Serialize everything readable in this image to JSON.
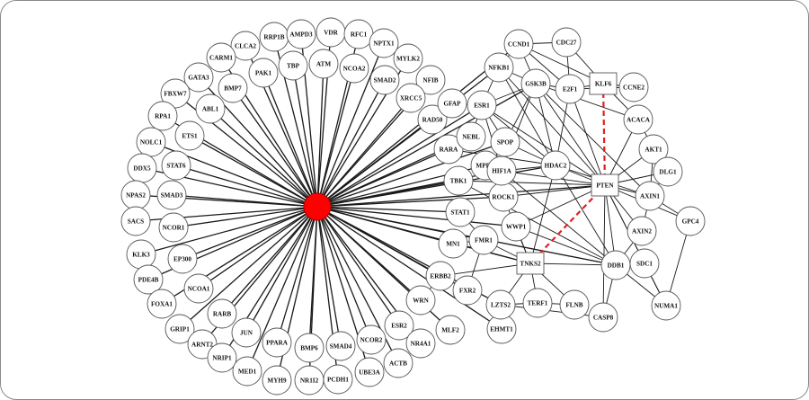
{
  "colors": {
    "hub_fill": "#ff0000",
    "node_fill": "#ffffff",
    "node_stroke": "#555555",
    "edge": "#1a1a1a",
    "highlight_edge": "#e02020"
  },
  "network": {
    "hub": {
      "id": "NOTCH",
      "label": ""
    },
    "nodes": [
      {
        "id": "RRP1B",
        "label": "RRP1B"
      },
      {
        "id": "AMPD3",
        "label": "AMPD3"
      },
      {
        "id": "VDR",
        "label": "VDR"
      },
      {
        "id": "RFC1",
        "label": "RFC1"
      },
      {
        "id": "CLCA2",
        "label": "CLCA2"
      },
      {
        "id": "TBP",
        "label": "TBP"
      },
      {
        "id": "ATM",
        "label": "ATM"
      },
      {
        "id": "NPTX1",
        "label": "NPTX1"
      },
      {
        "id": "CARM1",
        "label": "CARM1"
      },
      {
        "id": "PAK1",
        "label": "PAK1"
      },
      {
        "id": "NCOA2",
        "label": "NCOA2"
      },
      {
        "id": "MYLK2",
        "label": "MYLK2"
      },
      {
        "id": "GATA3",
        "label": "GATA3"
      },
      {
        "id": "BMP7",
        "label": "BMP7"
      },
      {
        "id": "SMAD2",
        "label": "SMAD2"
      },
      {
        "id": "NFIB",
        "label": "NFIB"
      },
      {
        "id": "FBXW7",
        "label": "FBXW7"
      },
      {
        "id": "ABL1",
        "label": "ABL1"
      },
      {
        "id": "XRCC5",
        "label": "XRCC5"
      },
      {
        "id": "RPA1",
        "label": "RPA1"
      },
      {
        "id": "ETS1",
        "label": "ETS1"
      },
      {
        "id": "NOLC1",
        "label": "NOLC1"
      },
      {
        "id": "DDX5",
        "label": "DDX5"
      },
      {
        "id": "STAT6",
        "label": "STAT6"
      },
      {
        "id": "NPAS2",
        "label": "NPAS2"
      },
      {
        "id": "SMAD3",
        "label": "SMAD3"
      },
      {
        "id": "SACS",
        "label": "SACS"
      },
      {
        "id": "NCOR1",
        "label": "NCOR1"
      },
      {
        "id": "KLK3",
        "label": "KLK3"
      },
      {
        "id": "EP300",
        "label": "EP300"
      },
      {
        "id": "PDE4B",
        "label": "PDE4B"
      },
      {
        "id": "NCOA1",
        "label": "NCOA1"
      },
      {
        "id": "FOXA1",
        "label": "FOXA1"
      },
      {
        "id": "GRIP1",
        "label": "GRIP1"
      },
      {
        "id": "RARB",
        "label": "RARB"
      },
      {
        "id": "ARNT2",
        "label": "ARNT2"
      },
      {
        "id": "JUN",
        "label": "JUN"
      },
      {
        "id": "NRIP1",
        "label": "NRIP1"
      },
      {
        "id": "MED1",
        "label": "MED1"
      },
      {
        "id": "PPARA",
        "label": "PPARA"
      },
      {
        "id": "MYH9",
        "label": "MYH9"
      },
      {
        "id": "BMP6",
        "label": "BMP6"
      },
      {
        "id": "NR1I2",
        "label": "NR1I2"
      },
      {
        "id": "SMAD4",
        "label": "SMAD4"
      },
      {
        "id": "PCDH1",
        "label": "PCDH1"
      },
      {
        "id": "UBE3A",
        "label": "UBE3A"
      },
      {
        "id": "NCOR2",
        "label": "NCOR2"
      },
      {
        "id": "ESR2",
        "label": "ESR2"
      },
      {
        "id": "ACTB",
        "label": "ACTB"
      },
      {
        "id": "NR4A1",
        "label": "NR4A1"
      },
      {
        "id": "WRN",
        "label": "WRN"
      },
      {
        "id": "MLF2",
        "label": "MLF2"
      },
      {
        "id": "FXR2",
        "label": "FXR2"
      },
      {
        "id": "ERBB2",
        "label": "ERBB2"
      },
      {
        "id": "EHMT1",
        "label": "EHMT1"
      },
      {
        "id": "LZTS2",
        "label": "LZTS2"
      },
      {
        "id": "TERF1",
        "label": "TERF1"
      },
      {
        "id": "FLNB",
        "label": "FLNB"
      },
      {
        "id": "CASP8",
        "label": "CASP8"
      },
      {
        "id": "NUMA1",
        "label": "NUMA1"
      },
      {
        "id": "SDC1",
        "label": "SDC1"
      },
      {
        "id": "DDB1",
        "label": "DDB1"
      },
      {
        "id": "TNKS2",
        "label": "TNKS2"
      },
      {
        "id": "FMR1",
        "label": "FMR1"
      },
      {
        "id": "MN1",
        "label": "MN1"
      },
      {
        "id": "WWP1",
        "label": "WWP1"
      },
      {
        "id": "STAT1",
        "label": "STAT1"
      },
      {
        "id": "ROCK1",
        "label": "ROCK1"
      },
      {
        "id": "TBK1",
        "label": "TBK1"
      },
      {
        "id": "MPDZ",
        "label": "MPDZ"
      },
      {
        "id": "HIF1A",
        "label": "HIF1A"
      },
      {
        "id": "HDAC2",
        "label": "HDAC2"
      },
      {
        "id": "SPOP",
        "label": "SPOP"
      },
      {
        "id": "RARA",
        "label": "RARA"
      },
      {
        "id": "NEBL",
        "label": "NEBL"
      },
      {
        "id": "RAD50",
        "label": "RAD50"
      },
      {
        "id": "GFAP",
        "label": "GFAP"
      },
      {
        "id": "ESR1",
        "label": "ESR1"
      },
      {
        "id": "NFKB1",
        "label": "NFKB1"
      },
      {
        "id": "GSK3B",
        "label": "GSK3B"
      },
      {
        "id": "CCND1",
        "label": "CCND1"
      },
      {
        "id": "CDC27",
        "label": "CDC27"
      },
      {
        "id": "E2F1",
        "label": "E2F1"
      },
      {
        "id": "KLF6",
        "label": "KLF6"
      },
      {
        "id": "CCNE2",
        "label": "CCNE2"
      },
      {
        "id": "ACACA",
        "label": "ACACA"
      },
      {
        "id": "AKT1",
        "label": "AKT1"
      },
      {
        "id": "DLG1",
        "label": "DLG1"
      },
      {
        "id": "PTEN",
        "label": "PTEN"
      },
      {
        "id": "AXIN1",
        "label": "AXIN1"
      },
      {
        "id": "GPC4",
        "label": "GPC4"
      },
      {
        "id": "AXIN2",
        "label": "AXIN2"
      }
    ],
    "hub_neighbors": [
      "RRP1B",
      "AMPD3",
      "VDR",
      "RFC1",
      "CLCA2",
      "TBP",
      "ATM",
      "NPTX1",
      "CARM1",
      "PAK1",
      "NCOA2",
      "MYLK2",
      "GATA3",
      "BMP7",
      "SMAD2",
      "NFIB",
      "FBXW7",
      "ABL1",
      "XRCC5",
      "RPA1",
      "ETS1",
      "NOLC1",
      "DDX5",
      "STAT6",
      "NPAS2",
      "SMAD3",
      "SACS",
      "NCOR1",
      "KLK3",
      "EP300",
      "PDE4B",
      "NCOA1",
      "FOXA1",
      "GRIP1",
      "RARB",
      "ARNT2",
      "JUN",
      "NRIP1",
      "MED1",
      "PPARA",
      "MYH9",
      "BMP6",
      "NR1I2",
      "SMAD4",
      "PCDH1",
      "UBE3A",
      "NCOR2",
      "ESR2",
      "ACTB",
      "NR4A1",
      "WRN",
      "MLF2",
      "FXR2",
      "ERBB2",
      "EHMT1",
      "TNKS2",
      "FMR1",
      "MN1",
      "STAT1",
      "TBK1",
      "MPDZ",
      "RARA",
      "NEBL",
      "RAD50",
      "GFAP",
      "ESR1",
      "NFKB1",
      "GSK3B",
      "CCND1",
      "HDAC2",
      "HIF1A",
      "WWP1",
      "ROCK1",
      "SPOP",
      "PTEN",
      "DDB1",
      "LZTS2"
    ],
    "edges": [
      [
        "NFKB1",
        "CCND1"
      ],
      [
        "NFKB1",
        "GSK3B"
      ],
      [
        "NFKB1",
        "ESR1"
      ],
      [
        "NFKB1",
        "HDAC2"
      ],
      [
        "NFKB1",
        "PTEN"
      ],
      [
        "CCND1",
        "CDC27"
      ],
      [
        "CCND1",
        "GSK3B"
      ],
      [
        "CCND1",
        "E2F1"
      ],
      [
        "CCND1",
        "KLF6"
      ],
      [
        "CDC27",
        "E2F1"
      ],
      [
        "CDC27",
        "KLF6"
      ],
      [
        "GSK3B",
        "E2F1"
      ],
      [
        "GSK3B",
        "ESR1"
      ],
      [
        "GSK3B",
        "HDAC2"
      ],
      [
        "GSK3B",
        "PTEN"
      ],
      [
        "GSK3B",
        "ACACA"
      ],
      [
        "GSK3B",
        "AXIN1"
      ],
      [
        "GSK3B",
        "HIF1A"
      ],
      [
        "GSK3B",
        "SPOP"
      ],
      [
        "E2F1",
        "KLF6"
      ],
      [
        "E2F1",
        "HDAC2"
      ],
      [
        "E2F1",
        "PTEN"
      ],
      [
        "E2F1",
        "CCNE2"
      ],
      [
        "KLF6",
        "CCNE2"
      ],
      [
        "KLF6",
        "ACACA"
      ],
      [
        "ESR1",
        "SPOP"
      ],
      [
        "ESR1",
        "HDAC2"
      ],
      [
        "ESR1",
        "HIF1A"
      ],
      [
        "ESR1",
        "PTEN"
      ],
      [
        "ESR1",
        "NEBL"
      ],
      [
        "ESR1",
        "GFAP"
      ],
      [
        "SPOP",
        "HIF1A"
      ],
      [
        "SPOP",
        "HDAC2"
      ],
      [
        "HIF1A",
        "HDAC2"
      ],
      [
        "HIF1A",
        "PTEN"
      ],
      [
        "HIF1A",
        "DDB1"
      ],
      [
        "HDAC2",
        "PTEN"
      ],
      [
        "HDAC2",
        "TNKS2"
      ],
      [
        "HDAC2",
        "DDB1"
      ],
      [
        "HDAC2",
        "AXIN1"
      ],
      [
        "ROCK1",
        "PTEN"
      ],
      [
        "ROCK1",
        "TNKS2"
      ],
      [
        "WWP1",
        "PTEN"
      ],
      [
        "WWP1",
        "DDB1"
      ],
      [
        "WWP1",
        "TNKS2"
      ],
      [
        "TBK1",
        "PTEN"
      ],
      [
        "TBK1",
        "DDB1"
      ],
      [
        "PTEN",
        "ACACA"
      ],
      [
        "PTEN",
        "AKT1"
      ],
      [
        "PTEN",
        "DLG1"
      ],
      [
        "PTEN",
        "AXIN1"
      ],
      [
        "PTEN",
        "AXIN2"
      ],
      [
        "PTEN",
        "DDB1"
      ],
      [
        "PTEN",
        "SDC1"
      ],
      [
        "PTEN",
        "NUMA1"
      ],
      [
        "PTEN",
        "CASP8"
      ],
      [
        "PTEN",
        "GPC4"
      ],
      [
        "AKT1",
        "ACACA"
      ],
      [
        "AKT1",
        "DLG1"
      ],
      [
        "AKT1",
        "AXIN1"
      ],
      [
        "DLG1",
        "AXIN1"
      ],
      [
        "AXIN1",
        "AXIN2"
      ],
      [
        "AXIN1",
        "GPC4"
      ],
      [
        "AXIN2",
        "DDB1"
      ],
      [
        "DDB1",
        "TNKS2"
      ],
      [
        "DDB1",
        "SDC1"
      ],
      [
        "DDB1",
        "NUMA1"
      ],
      [
        "DDB1",
        "CASP8"
      ],
      [
        "TNKS2",
        "FMR1"
      ],
      [
        "TNKS2",
        "LZTS2"
      ],
      [
        "TNKS2",
        "TERF1"
      ],
      [
        "TNKS2",
        "FLNB"
      ],
      [
        "TNKS2",
        "ERBB2"
      ],
      [
        "TNKS2",
        "MN1"
      ],
      [
        "FMR1",
        "FXR2"
      ],
      [
        "FMR1",
        "MN1"
      ],
      [
        "FMR1",
        "STAT1"
      ],
      [
        "LZTS2",
        "EHMT1"
      ],
      [
        "LZTS2",
        "TERF1"
      ],
      [
        "LZTS2",
        "CASP8"
      ],
      [
        "TERF1",
        "FLNB"
      ],
      [
        "GPC4",
        "NUMA1"
      ],
      [
        "SDC1",
        "NUMA1"
      ],
      [
        "ERBB2",
        "WRN"
      ],
      [
        "ERBB2",
        "FXR2"
      ],
      [
        "MPDZ",
        "HIF1A"
      ],
      [
        "RARA",
        "HDAC2"
      ]
    ],
    "highlight_edges": [
      [
        "KLF6",
        "PTEN"
      ],
      [
        "PTEN",
        "TNKS2"
      ]
    ],
    "square_nodes": [
      "KLF6",
      "PTEN",
      "TNKS2"
    ]
  }
}
